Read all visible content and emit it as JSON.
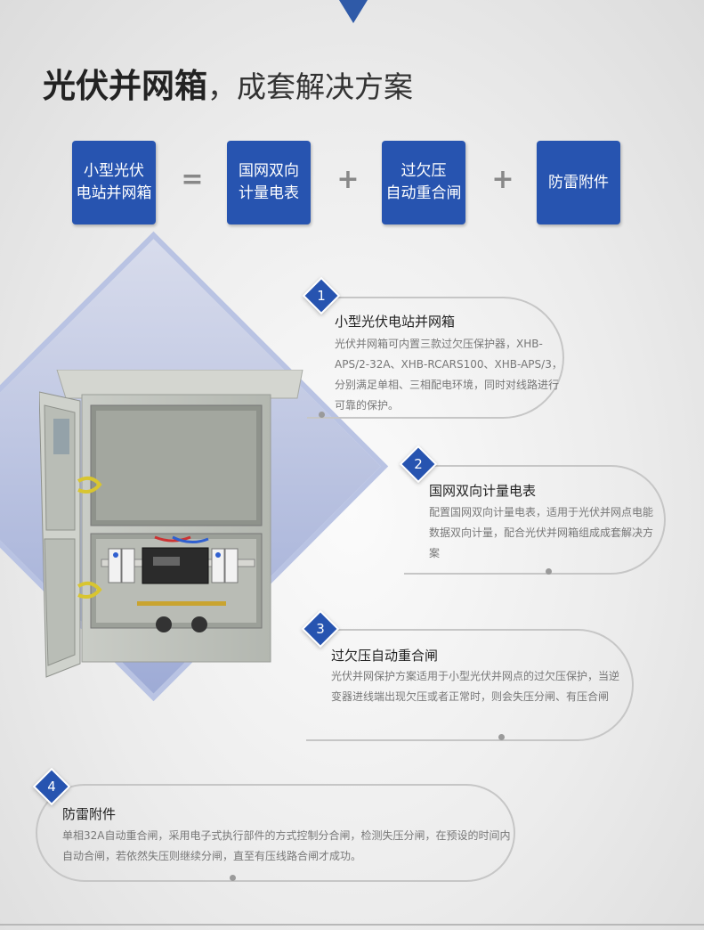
{
  "heading": {
    "bold": "光伏并网箱",
    "light": "，成套解决方案"
  },
  "formula": {
    "boxes": [
      "小型光伏\n电站并网箱",
      "国网双向\n计量电表",
      "过欠压\n自动重合闸",
      "防雷附件"
    ],
    "operators": [
      "=",
      "+",
      "+"
    ]
  },
  "items": [
    {
      "number": "1",
      "title": "小型光伏电站并网箱",
      "desc": "光伏并网箱可内置三款过欠压保护器，XHB-APS/2-32A、XHB-RCARS100、XHB-APS/3，分别满足单相、三相配电环境，同时对线路进行可靠的保护。"
    },
    {
      "number": "2",
      "title": "国网双向计量电表",
      "desc": "配置国网双向计量电表，适用于光伏并网点电能数据双向计量，配合光伏并网箱组成成套解决方案"
    },
    {
      "number": "3",
      "title": "过欠压自动重合闸",
      "desc": "光伏并网保护方案适用于小型光伏并网点的过欠压保护，当逆变器进线端出现欠压或者正常时，则会失压分闸、有压合闸"
    },
    {
      "number": "4",
      "title": "防雷附件",
      "desc": "单相32A自动重合闸，采用电子式执行部件的方式控制分合闸，检测失压分闸，在预设的时间内自动合闸，若依然失压则继续分闸，直至有压线路合闸才成功。"
    }
  ],
  "colors": {
    "accent": "#2754b0",
    "diamond": "#9eabd6"
  }
}
